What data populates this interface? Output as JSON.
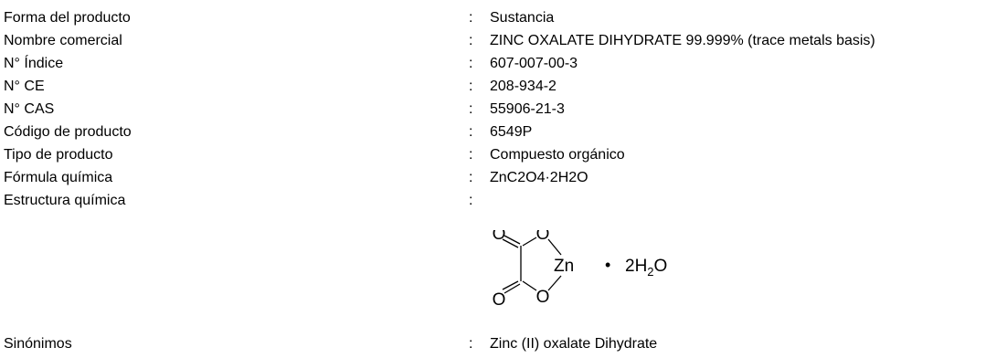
{
  "fields": [
    {
      "label": "Forma del producto",
      "value": "Sustancia"
    },
    {
      "label": "Nombre comercial",
      "value": "ZINC OXALATE DIHYDRATE 99.999% (trace metals basis)"
    },
    {
      "label": "N° Índice",
      "value": "607-007-00-3"
    },
    {
      "label": "N° CE",
      "value": "208-934-2"
    },
    {
      "label": "N° CAS",
      "value": "55906-21-3"
    },
    {
      "label": "Código de producto",
      "value": "6549P"
    },
    {
      "label": "Tipo de producto",
      "value": "Compuesto orgánico"
    },
    {
      "label": "Fórmula química",
      "value": "ZnC2O4·2H2O"
    }
  ],
  "structure": {
    "label": "Estructura química",
    "atoms": {
      "o_top_left": "O",
      "o_top_ring": "O",
      "o_bottom_left": "O",
      "o_bottom_ring": "O",
      "zinc": "Zn"
    },
    "dot": "•",
    "water_prefix": "2H",
    "water_subscript": "2",
    "water_suffix": "O"
  },
  "synonyms": {
    "label": "Sinónimos",
    "value": "Zinc (II) oxalate Dihydrate"
  },
  "colon": ":"
}
